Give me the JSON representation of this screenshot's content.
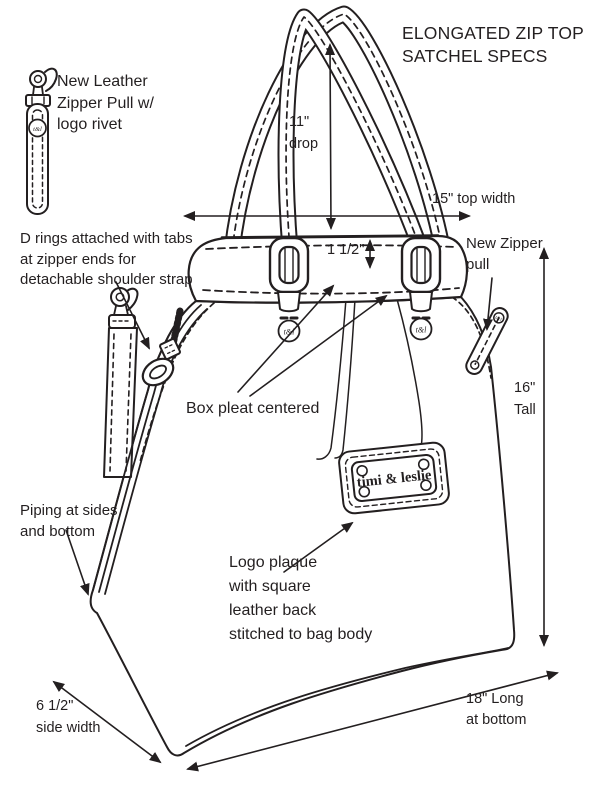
{
  "title": "ELONGATED ZIP TOP\nSATCHEL SPECS",
  "annotations": {
    "pull_note": "New Leather\nZipper Pull w/\nlogo rivet",
    "d_rings_note": "D rings attached with tabs\n at zipper ends for\ndetachable shoulder strap",
    "new_zipper_note": "New Zipper\npull",
    "box_pleat_note": "Box pleat centered",
    "plaque_note": "Logo plaque\nwith square\nleather back\nstitched to bag body",
    "piping_note": "Piping at sides\n and bottom"
  },
  "dimensions": {
    "drop": "11\"\ndrop",
    "top_width": "15\" top width",
    "band_height": "1 1/2\"",
    "tall": "16\"\nTall",
    "side_width": "6 1/2\"\nside width",
    "bottom_length": "18\" Long\n at bottom"
  },
  "branding": {
    "plaque_text": "timi & leslie",
    "rivet_monogram": "t&l"
  },
  "colors": {
    "ink": "#231f20",
    "paper": "#ffffff"
  }
}
